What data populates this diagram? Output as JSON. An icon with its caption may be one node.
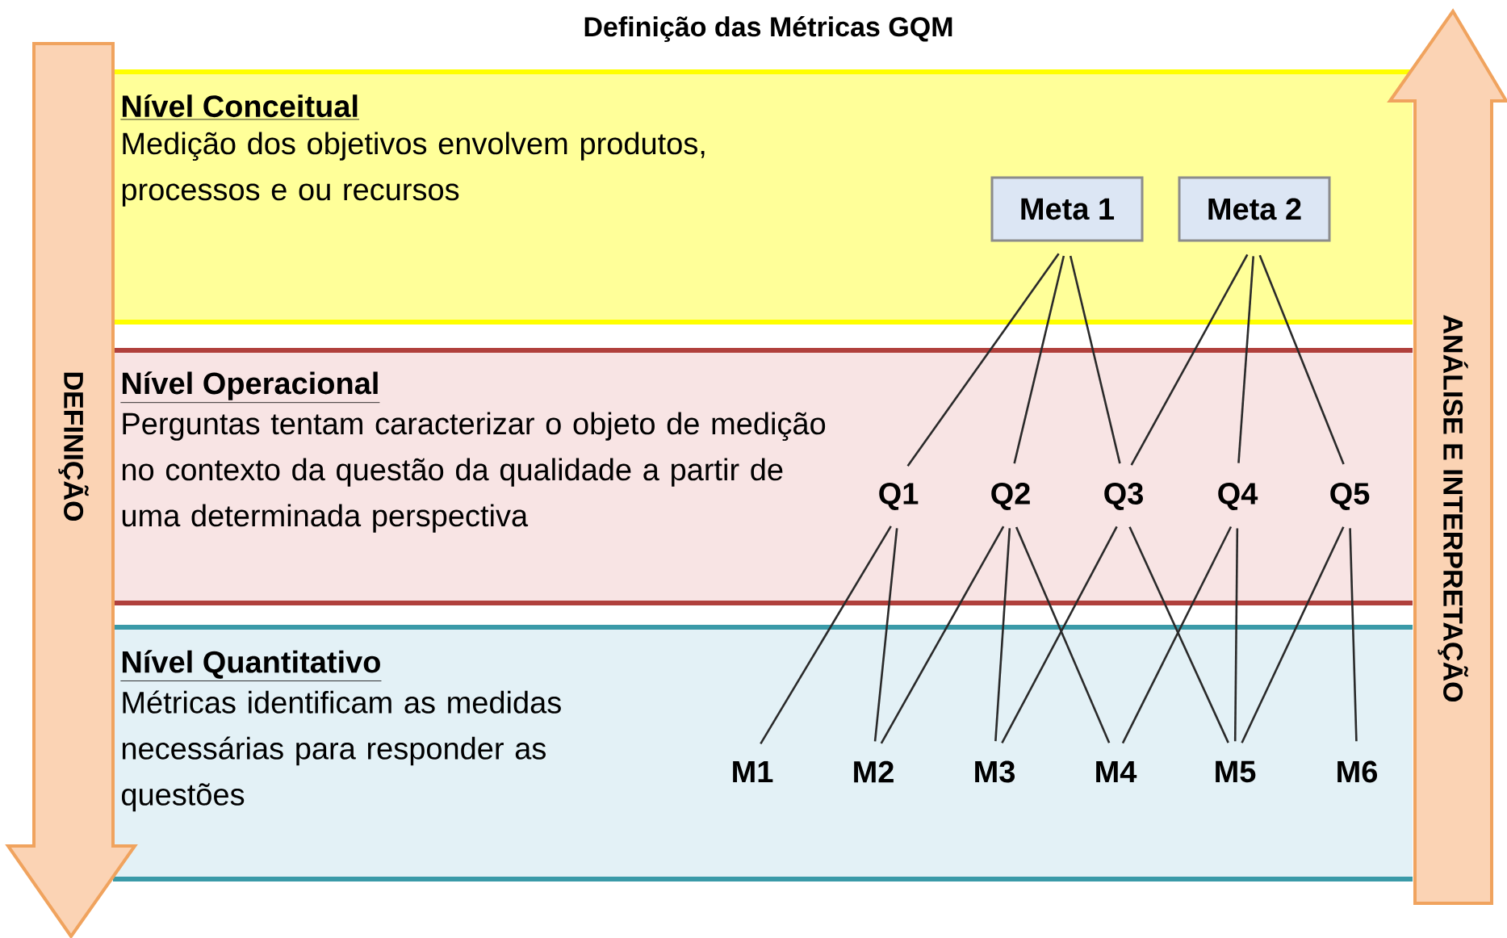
{
  "diagram": {
    "title": "Definição das Métricas GQM",
    "nodes": [
      {
        "text": [
          "DEFINIÇÃO"
        ]
      },
      {
        "text": [
          "Nível Conceitual",
          "Medição dos objetivos envolvem produtos, processos e ou recursos"
        ]
      },
      {
        "text": [
          "Meta 1"
        ],
        "in": 1
      },
      {
        "text": [
          "Meta 2"
        ],
        "in": 1
      },
      {
        "text": [
          "Nível Operacional",
          "Perguntas tentam caracterizar o objeto de medição no contexto da questão da qualidade a partir de uma determinada perspectiva"
        ]
      },
      {
        "text": [
          "Q1"
        ],
        "in": 4
      },
      {
        "text": [
          "Q2"
        ],
        "in": 4
      },
      {
        "text": [
          "Q3"
        ],
        "in": 4
      },
      {
        "text": [
          "Q4"
        ],
        "in": 4
      },
      {
        "text": [
          "Q5"
        ],
        "in": 4
      },
      {
        "text": [
          "Nível Quantitativo",
          "Métricas identificam as medidas necessárias para responder as questões"
        ]
      },
      {
        "text": [
          "M1"
        ],
        "in": 10
      },
      {
        "text": [
          "M2"
        ],
        "in": 10
      },
      {
        "text": [
          "M3"
        ],
        "in": 10
      },
      {
        "text": [
          "M4"
        ],
        "in": 10
      },
      {
        "text": [
          "M5"
        ],
        "in": 10
      },
      {
        "text": [
          "M6"
        ],
        "in": 10
      },
      {
        "text": [
          "ANÁLISE E INTERPRETAÇÃO"
        ]
      }
    ],
    "edges": [
      {
        "from": 2,
        "to": 5,
        "arrow": "none"
      },
      {
        "from": 2,
        "to": 6,
        "arrow": "none"
      },
      {
        "from": 2,
        "to": 7,
        "arrow": "none"
      },
      {
        "from": 3,
        "to": 7,
        "arrow": "none"
      },
      {
        "from": 3,
        "to": 8,
        "arrow": "none"
      },
      {
        "from": 3,
        "to": 9,
        "arrow": "none"
      },
      {
        "from": 5,
        "to": 11,
        "arrow": "none"
      },
      {
        "from": 5,
        "to": 12,
        "arrow": "none"
      },
      {
        "from": 6,
        "to": 12,
        "arrow": "none"
      },
      {
        "from": 6,
        "to": 13,
        "arrow": "none"
      },
      {
        "from": 6,
        "to": 14,
        "arrow": "none"
      },
      {
        "from": 7,
        "to": 13,
        "arrow": "none"
      },
      {
        "from": 7,
        "to": 15,
        "arrow": "none"
      },
      {
        "from": 8,
        "to": 14,
        "arrow": "none"
      },
      {
        "from": 8,
        "to": 15,
        "arrow": "none"
      },
      {
        "from": 9,
        "to": 15,
        "arrow": "none"
      },
      {
        "from": 9,
        "to": 16,
        "arrow": "none"
      }
    ]
  }
}
